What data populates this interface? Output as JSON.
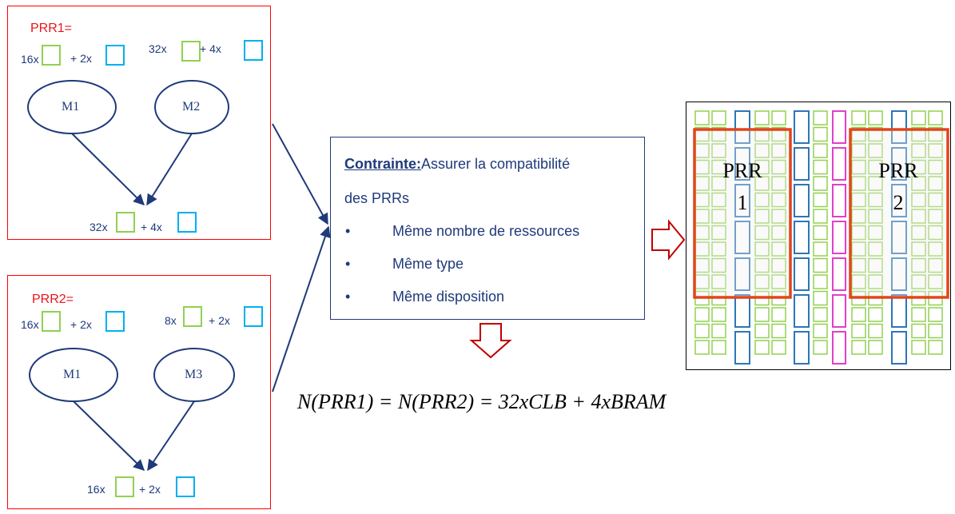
{
  "prr1": {
    "title": "PRR1=",
    "m1": {
      "name": "M1",
      "clb_count": "16x",
      "bram_count": "+ 2x"
    },
    "m2": {
      "name": "M2",
      "clb_count": "32x",
      "bram_count": "+ 4x"
    },
    "result": {
      "clb_count": "32x",
      "bram_count": "+ 4x"
    }
  },
  "prr2": {
    "title": "PRR2=",
    "m1": {
      "name": "M1",
      "clb_count": "16x",
      "bram_count": "+ 2x"
    },
    "m3": {
      "name": "M3",
      "clb_count": "8x",
      "bram_count": "+ 2x"
    },
    "result": {
      "clb_count": "16x",
      "bram_count": "+ 2x"
    }
  },
  "constraint": {
    "heading": "Contrainte:",
    "text_line1": "Assurer la compatibilité",
    "text_line2": "des PRRs",
    "bullet": "•",
    "items": [
      "Même nombre de ressources",
      "Même type",
      "Même disposition"
    ]
  },
  "equation": "N(PRR1) = N(PRR2) = 32xCLB + 4xBRAM",
  "fpga": {
    "region1_label": "PRR 1",
    "region2_label": "PRR 2"
  },
  "colors": {
    "clb": "#92d050",
    "bram": "#00b0f0",
    "prr_border": "#ff0000",
    "arrow": "#1f3a7a",
    "outline_arrow": "#c00000",
    "region": "#e2451b",
    "dsp": "#e040c8"
  }
}
